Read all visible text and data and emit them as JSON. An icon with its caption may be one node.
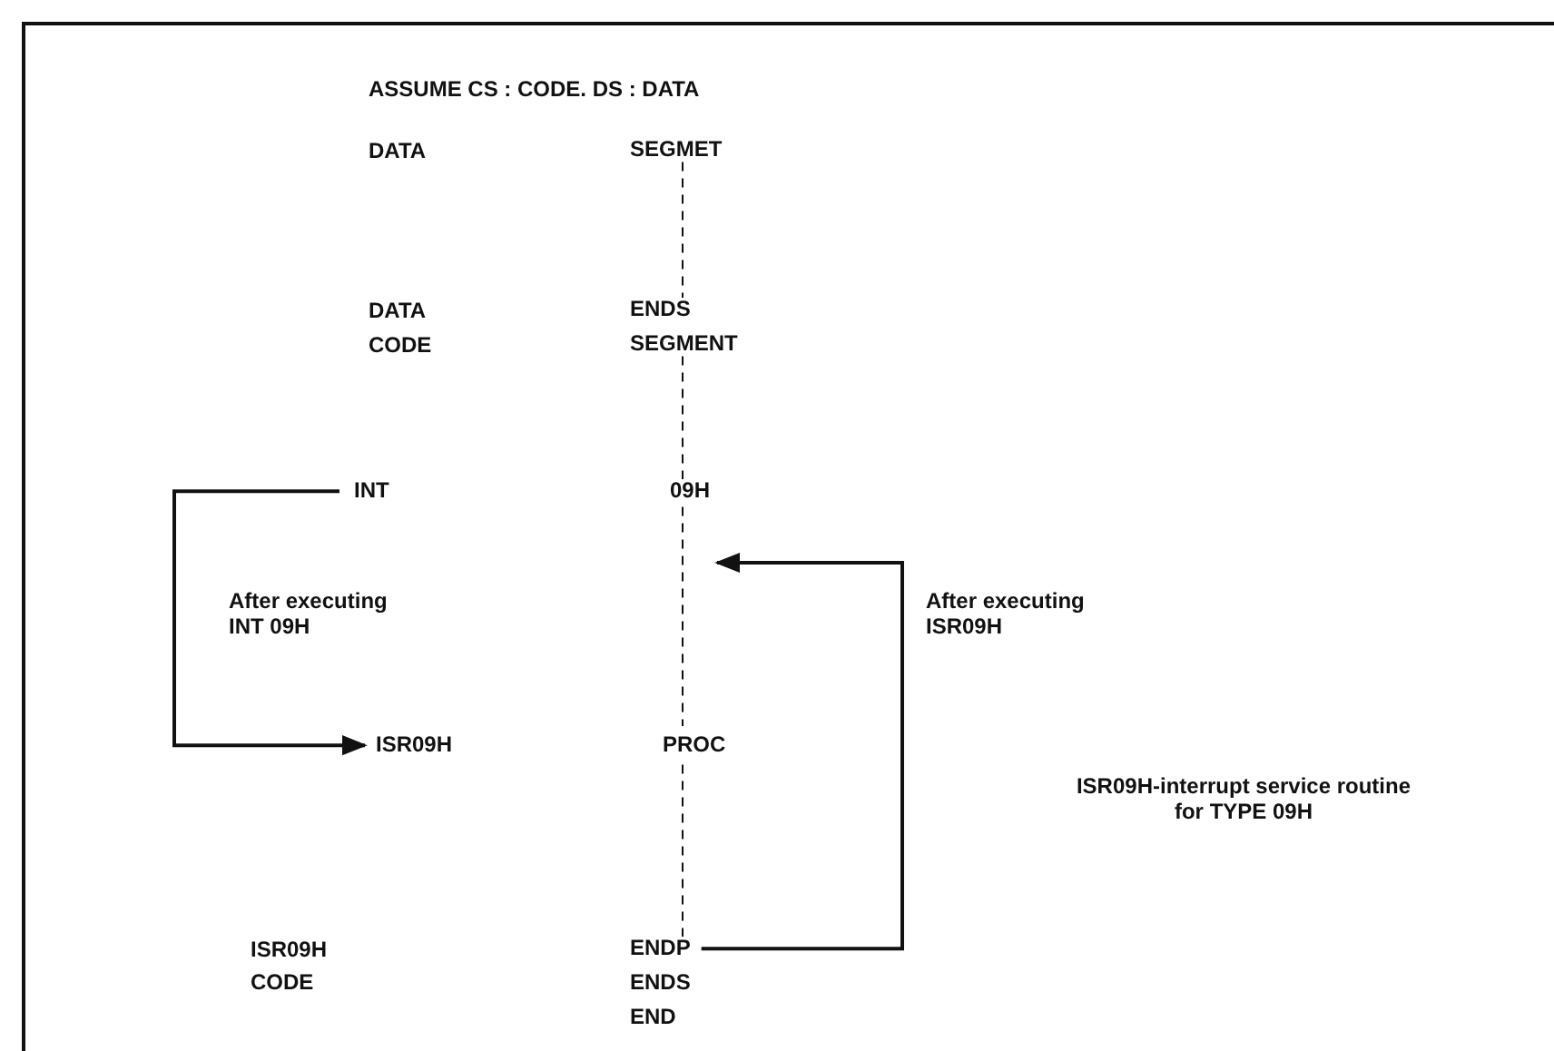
{
  "diagram": {
    "nodes": [
      {
        "text": [
          "SEGMET"
        ]
      },
      {
        "text": [
          "ENDS"
        ]
      },
      {
        "text": [
          "SEGMENT"
        ]
      },
      {
        "text": [
          "INT"
        ]
      },
      {
        "text": [
          "09H"
        ]
      },
      {
        "text": [
          "ISR09H"
        ]
      },
      {
        "text": [
          "PROC"
        ]
      },
      {
        "text": [
          "ENDP"
        ]
      }
    ],
    "edges": [
      {
        "from": 0,
        "to": 1,
        "arrow": "none",
        "style": "dashed"
      },
      {
        "from": 2,
        "to": 4,
        "arrow": "none",
        "style": "dashed"
      },
      {
        "from": 4,
        "to": 6,
        "arrow": "none",
        "style": "dashed"
      },
      {
        "from": 6,
        "to": 7,
        "arrow": "none",
        "style": "dashed"
      },
      {
        "from": 3,
        "to": 5,
        "arrow": "to",
        "label": "After executing INT 09H"
      },
      {
        "from": 7,
        "to": 4,
        "arrow": "to",
        "label": "After executing ISR09H"
      }
    ],
    "labels": [
      "ASSUME CS : CODE. DS : DATA",
      "DATA",
      "DATA",
      "CODE",
      "ISR09H",
      "CODE",
      "ENDS",
      "END",
      "ISR09H-interrupt service routine for TYPE 09H"
    ]
  }
}
